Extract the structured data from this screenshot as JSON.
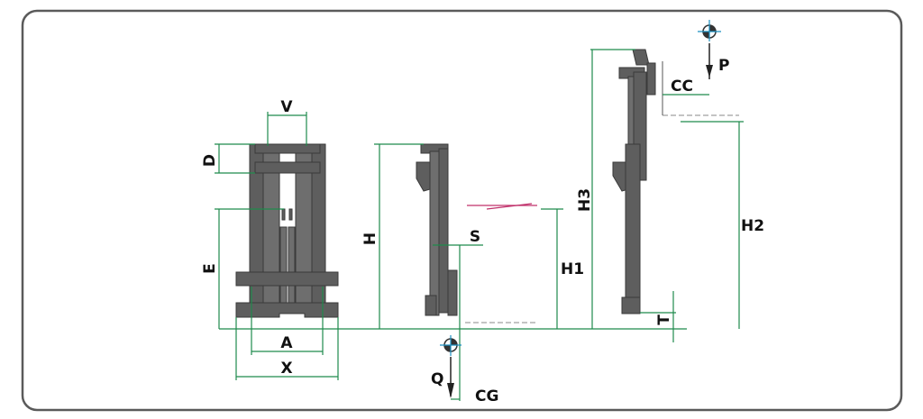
{
  "labels": {
    "V": "V",
    "D": "D",
    "E": "E",
    "A": "A",
    "X": "X",
    "H": "H",
    "S": "S",
    "H1": "H1",
    "Q": "Q",
    "CG": "CG",
    "H3": "H3",
    "H2": "H2",
    "CC": "CC",
    "P": "P",
    "T": "T"
  },
  "colors": {
    "dimension": "#1f8a4c",
    "steel": "#5e5e5e",
    "frame": "#5a5a5a"
  }
}
